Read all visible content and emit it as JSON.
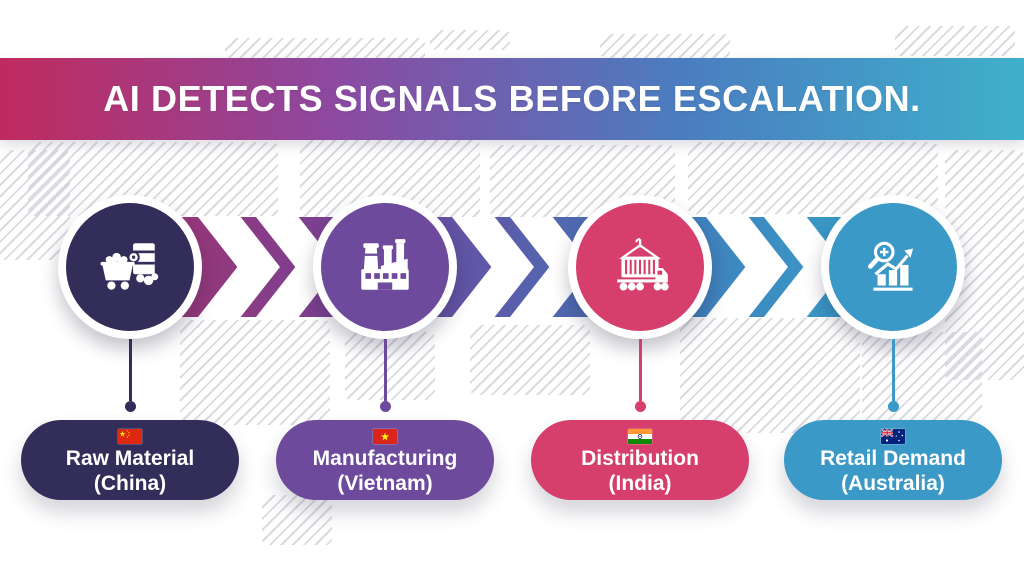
{
  "header": {
    "title": "AI DETECTS SIGNALS BEFORE ESCALATION.",
    "gradient": [
      "#c02a5e",
      "#8b4aa2",
      "#4a7dc0",
      "#3fb0cb"
    ]
  },
  "flow": {
    "direction": "left-to-right",
    "band_gradient": [
      "#a23370",
      "#6f459c",
      "#4477ba",
      "#35a3c9"
    ],
    "chevron_color": "#ffffff"
  },
  "stages": [
    {
      "label": "Raw Material",
      "sublabel": "(China)",
      "flag": "china-flag",
      "icon": "mine-cart-icon",
      "color": "#322d59"
    },
    {
      "label": "Manufacturing",
      "sublabel": "(Vietnam)",
      "flag": "vietnam-flag",
      "icon": "factory-icon",
      "color": "#6d4a9c"
    },
    {
      "label": "Distribution",
      "sublabel": "(India)",
      "flag": "india-flag",
      "icon": "container-truck-icon",
      "color": "#d63e6b"
    },
    {
      "label": "Retail Demand",
      "sublabel": "(Australia)",
      "flag": "australia-flag",
      "icon": "demand-analytics-icon",
      "color": "#3a99c7"
    }
  ]
}
